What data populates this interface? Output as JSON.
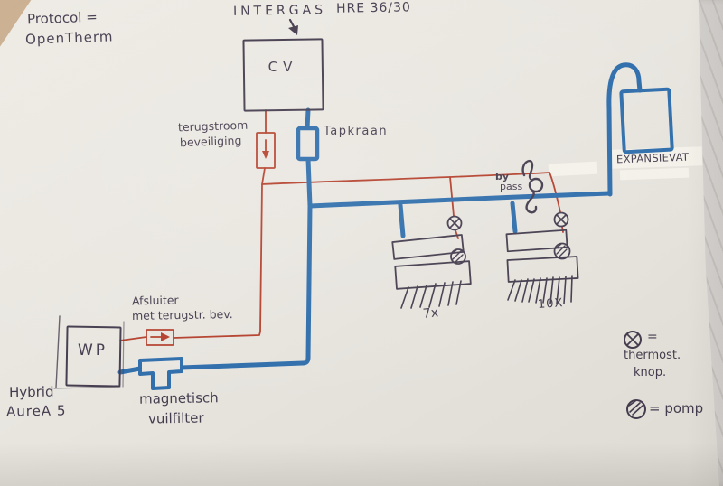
{
  "colors": {
    "paper": "#e9e6e0",
    "ink": "#443c4e",
    "red": "#b4402c",
    "blue": "#2e6dab",
    "tape": "#f4f1e9"
  },
  "header": {
    "protocol_line1": "Protocol =",
    "protocol_line2": "OpenTherm",
    "brand": "INTERGAS",
    "model": "HRE 36/30"
  },
  "boiler": {
    "label": "CV"
  },
  "components": {
    "backflow_line1": "terugstroom",
    "backflow_line2": "beveiliging",
    "tap": "Tapkraan",
    "bypass_line1": "by",
    "bypass_line2": "pass",
    "expansion": "EXPANSIEVAT",
    "shutoff_line1": "Afsluiter",
    "shutoff_line2": "met terugstr. bev.",
    "heat_pump": "WP",
    "heat_pump_model_line1": "Hybrid",
    "heat_pump_model_line2": "AureA 5",
    "filter_line1": "magnetisch",
    "filter_line2": "vuilfilter",
    "group1_count": "7x",
    "group2_count": "10X"
  },
  "legend": {
    "thermostat_eq": "=",
    "thermostat_line1": "thermost.",
    "thermostat_line2": "knop.",
    "pump": "= pomp"
  }
}
